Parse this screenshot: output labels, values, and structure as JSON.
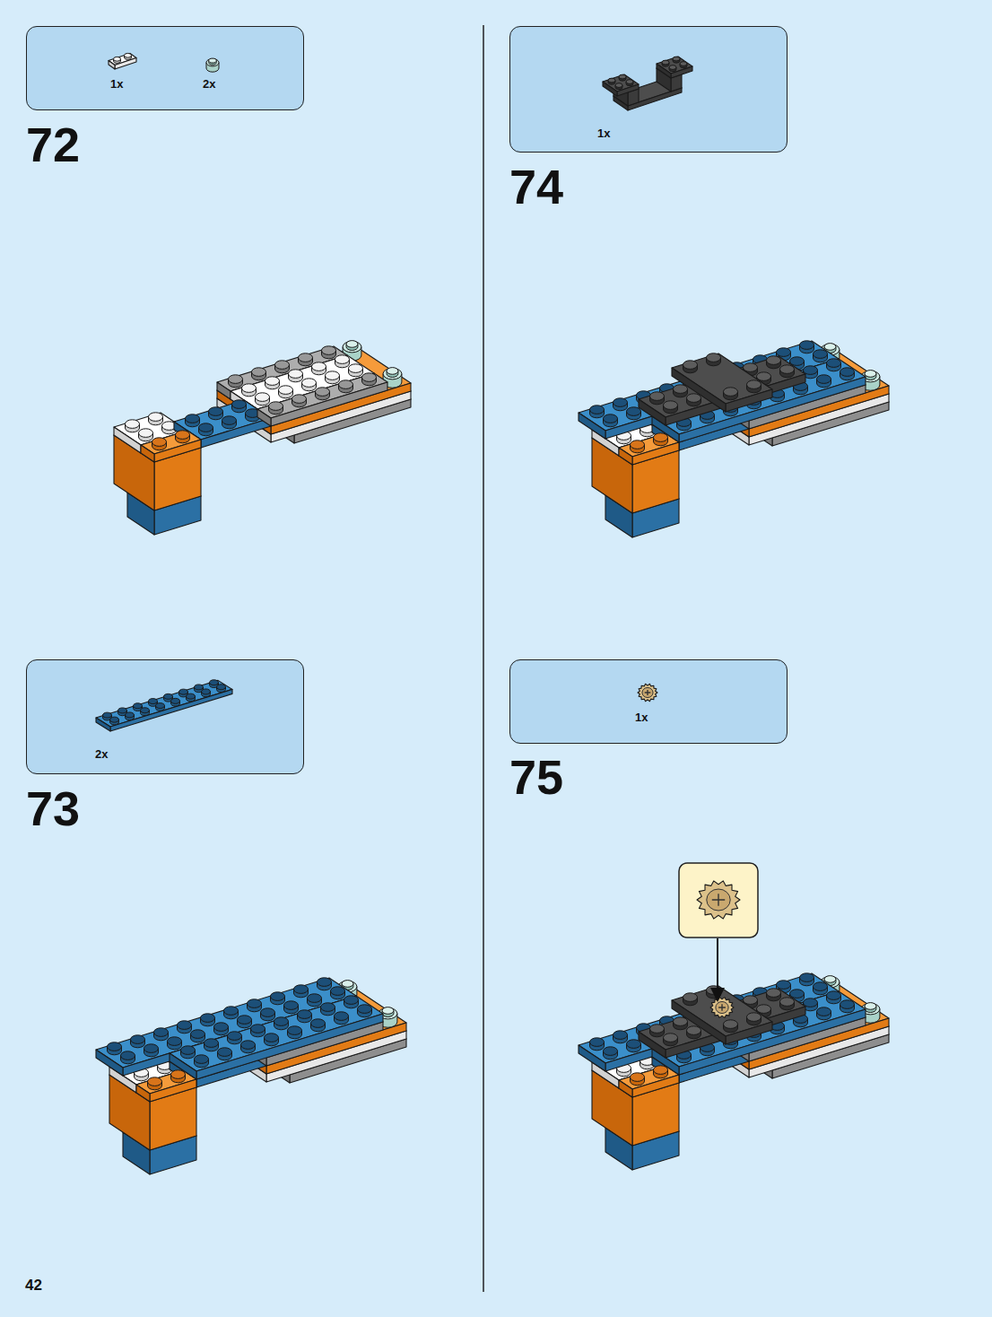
{
  "diagram": {
    "nodes": [
      {
        "text": [
          "1x",
          "2x"
        ]
      },
      {
        "text": [
          "2x"
        ]
      },
      {
        "text": [
          "1x"
        ]
      },
      {
        "text": [
          "1x"
        ]
      }
    ],
    "labels": [
      "72",
      "73",
      "74",
      "75",
      "42"
    ]
  }
}
